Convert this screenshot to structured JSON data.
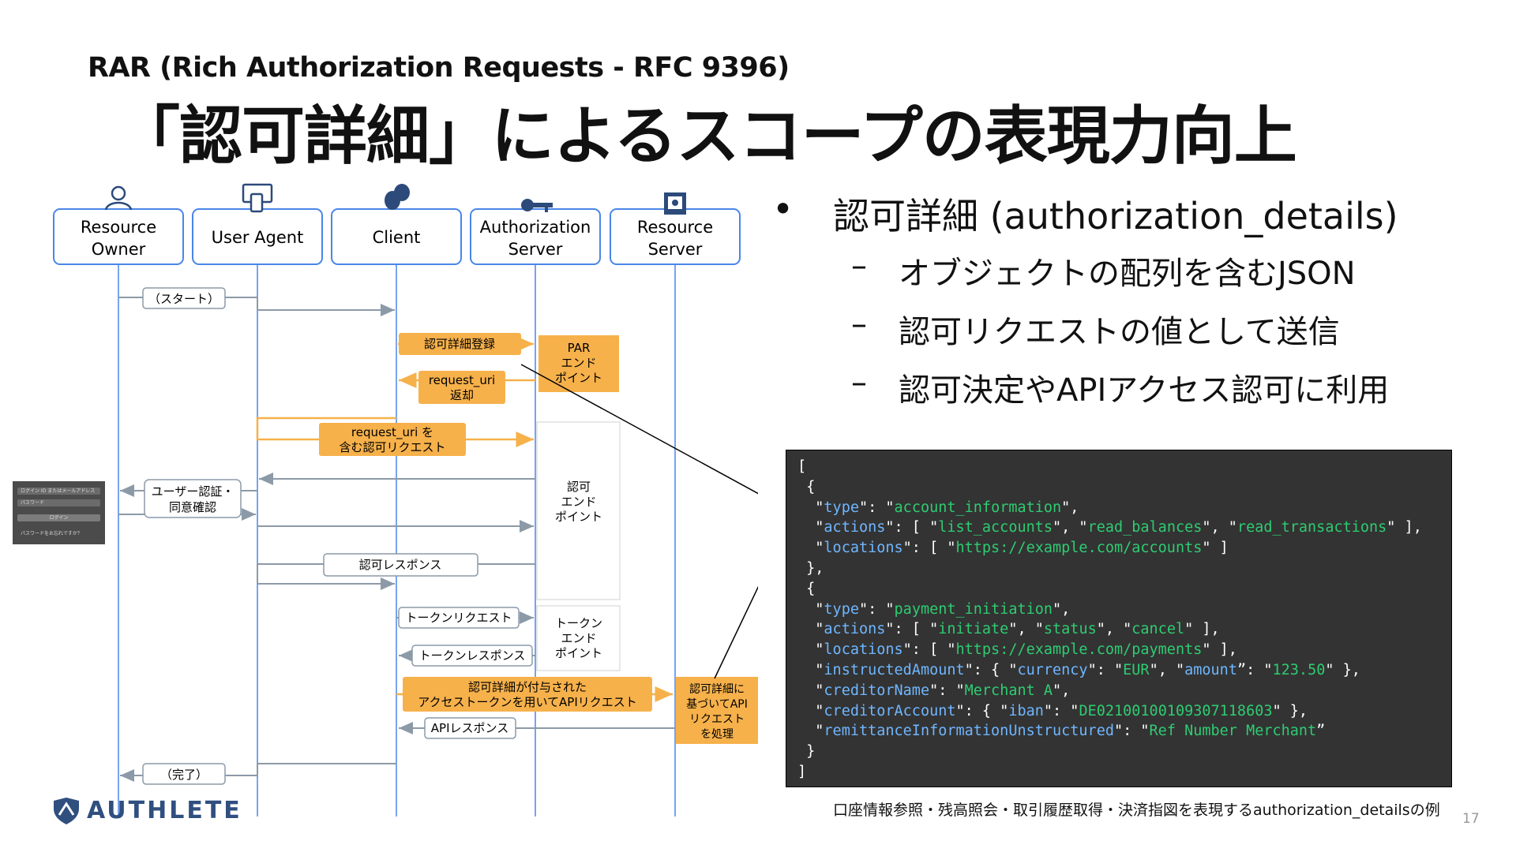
{
  "slide": {
    "subtitle": "RAR (Rich Authorization Requests - RFC 9396)",
    "title": "「認可詳細」によるスコープの表現力向上",
    "page_number": "17",
    "logo_text": "AUTHLETE",
    "caption": "口座情報参照・残高照会・取引履歴取得・決済指図を表現するauthorization_detailsの例"
  },
  "bullets": {
    "main": "認可詳細 (authorization_details)",
    "subs": [
      "オブジェクトの配列を含むJSON",
      "認可リクエストの値として送信",
      "認可決定やAPIアクセス認可に利用"
    ]
  },
  "diagram": {
    "actors": [
      {
        "line1": "Resource",
        "line2": "Owner",
        "icon": "person-icon"
      },
      {
        "line1": "User Agent",
        "line2": "",
        "icon": "devices-icon"
      },
      {
        "line1": "Client",
        "line2": "",
        "icon": "theater-masks-icon"
      },
      {
        "line1": "Authorization",
        "line2": "Server",
        "icon": "key-icon"
      },
      {
        "line1": "Resource",
        "line2": "Server",
        "icon": "safe-icon"
      }
    ],
    "messages": {
      "start": "（スタート）",
      "auth_detail_register": "認可詳細登録",
      "request_uri_return_1": "request_uri",
      "request_uri_return_2": "返却",
      "request_with_uri_1": "request_uri を",
      "request_with_uri_2": "含む認可リクエスト",
      "user_auth_1": "ユーザー認証・",
      "user_auth_2": "同意確認",
      "auth_response": "認可レスポンス",
      "token_request": "トークンリクエスト",
      "token_response": "トークンレスポンス",
      "api_request_1": "認可詳細が付与された",
      "api_request_2": "アクセストークンを用いてAPIリクエスト",
      "api_response": "APIレスポンス",
      "done": "（完了）"
    },
    "endpoints": {
      "par": [
        "PAR",
        "エンド",
        "ポイント"
      ],
      "authz": [
        "認可",
        "エンド",
        "ポイント"
      ],
      "token": [
        "トークン",
        "エンド",
        "ポイント"
      ],
      "process": [
        "認可詳細に",
        "基づいてAPI",
        "リクエスト",
        "を処理"
      ]
    },
    "login_thumbnail": {
      "rows": [
        "ログイン ID またはメールアドレス",
        "パスワード",
        "ログイン",
        "パスワードをお忘れですか？"
      ]
    }
  },
  "code_example": {
    "lines": [
      "[",
      " {",
      "  \"type\": \"account_information\",",
      "  \"actions\": [ \"list_accounts\", \"read_balances\", \"read_transactions\" ],",
      "  \"locations\": [ \"https://example.com/accounts\" ]",
      " },",
      " {",
      "  \"type\": \"payment_initiation\",",
      "  \"actions\": [ \"initiate\", \"status\", \"cancel\" ],",
      "  \"locations\": [ \"https://example.com/payments\" ],",
      "  \"instructedAmount\": { \"currency\": \"EUR\", \"amount”: \"123.50\" },",
      "  \"creditorName\": \"Merchant A\",",
      "  \"creditorAccount\": { \"iban\": \"DE02100100109307118603\" },",
      "  \"remittanceInformationUnstructured\": \"Ref Number Merchant”",
      " }",
      "]"
    ]
  },
  "colors": {
    "actor_border": "#4a86e8",
    "orange": "#f6b14b",
    "code_bg": "#333333",
    "code_key": "#6fb6ff",
    "code_value": "#2ecc71"
  }
}
